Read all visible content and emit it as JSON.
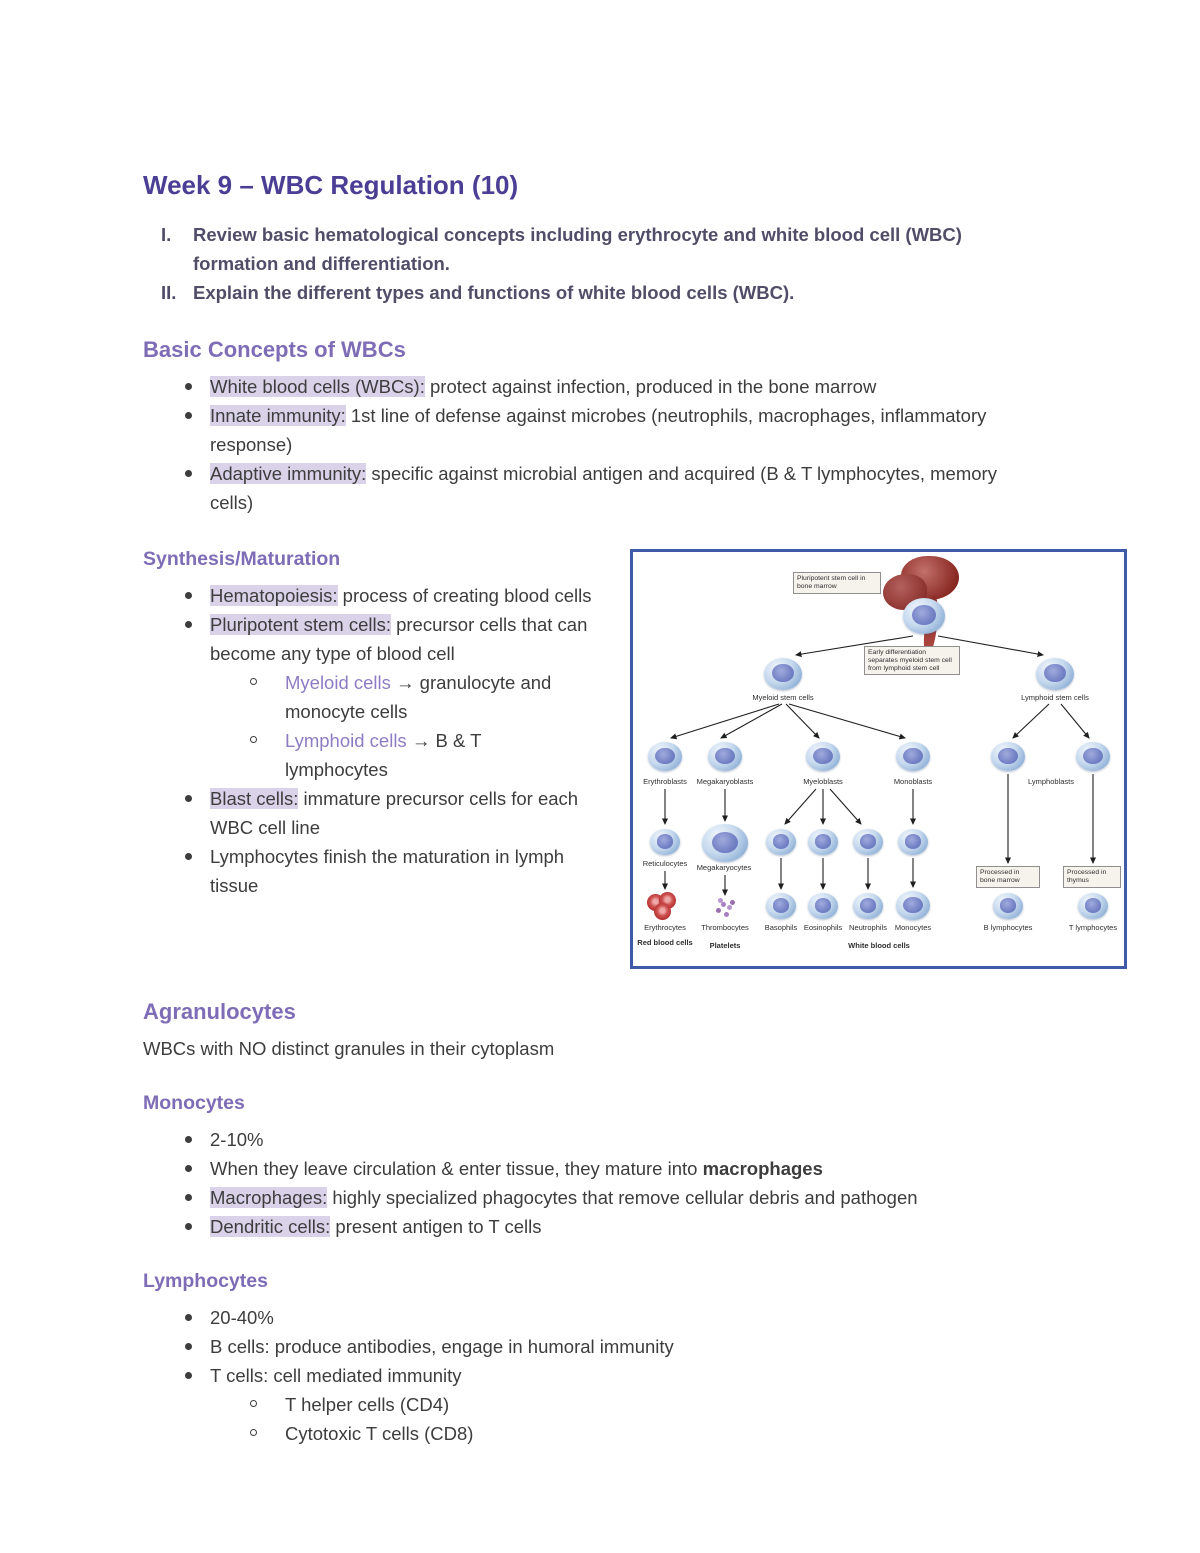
{
  "colors": {
    "title": "#4b3e95",
    "heading": "#7e6db6",
    "objective": "#514d68",
    "body": "#3d3d3d",
    "highlight": "#d9d2e9",
    "inline_term": "#8e7cc3",
    "figure_border": "#3f5aa9"
  },
  "title": "Week 9 – WBC Regulation (10)",
  "objectives": [
    {
      "numeral": "I.",
      "text": "Review basic hematological concepts including erythrocyte and white blood cell (WBC) formation and differentiation."
    },
    {
      "numeral": "II.",
      "text": "Explain the different types and functions of white blood cells (WBC)."
    }
  ],
  "basic_concepts": {
    "heading": "Basic Concepts of WBCs",
    "bullets": [
      {
        "term": "White blood cells (WBCs):",
        "rest": " protect against infection, produced in the bone marrow"
      },
      {
        "term": "Innate immunity:",
        "rest": " 1st line of defense against microbes (neutrophils, macrophages, inflammatory response)"
      },
      {
        "term": "Adaptive immunity:",
        "rest": " specific against microbial antigen and acquired (B & T lymphocytes, memory cells)"
      }
    ]
  },
  "synthesis": {
    "heading": "Synthesis/Maturation",
    "bullets": [
      {
        "term": "Hematopoiesis:",
        "rest": " process of creating blood cells"
      },
      {
        "term": "Pluripotent stem cells:",
        "rest": " precursor cells that can become any type of blood cell"
      },
      {
        "term": "Blast cells:",
        "rest": " immature precursor cells for each WBC cell line"
      }
    ],
    "plain_bullet": "Lymphocytes finish the maturation in lymph tissue",
    "sub_bullets": [
      {
        "term": "Myeloid cells",
        "rest": " → granulocyte and monocyte cells"
      },
      {
        "term": "Lymphoid cells",
        "rest": " → B & T lymphocytes"
      }
    ]
  },
  "agranulocytes": {
    "heading": "Agranulocytes",
    "description": "WBCs with NO distinct granules in their cytoplasm"
  },
  "monocytes": {
    "heading": "Monocytes",
    "bullets": [
      {
        "text": "2-10%"
      },
      {
        "pre": "When they leave circulation & enter tissue, they mature into ",
        "bold": "macrophages"
      },
      {
        "term": "Macrophages:",
        "rest": " highly specialized phagocytes that remove cellular debris and pathogen"
      },
      {
        "term": "Dendritic cells:",
        "rest": " present antigen to T cells"
      }
    ]
  },
  "lymphocytes": {
    "heading": "Lymphocytes",
    "bullets": [
      "20-40%",
      "B cells: produce antibodies, engage in humoral immunity",
      "T cells: cell mediated immunity"
    ],
    "sub_bullets": [
      "T helper cells (CD4)",
      "Cytotoxic T cells (CD8)"
    ]
  },
  "diagram": {
    "pluripotent": "Pluripotent stem cell in bone marrow",
    "differentiation": "Early differentiation separates myeloid stem cell from lymphoid stem cell",
    "myeloid_stem": "Myeloid stem cells",
    "lymphoid_stem": "Lymphoid stem cells",
    "erythroblasts": "Erythroblasts",
    "megakaryoblasts": "Megakaryoblasts",
    "myeloblasts": "Myeloblasts",
    "monoblasts": "Monoblasts",
    "lymphoblasts": "Lymphoblasts",
    "reticulocytes": "Reticulocytes",
    "megakaryocytes": "Megakaryocytes",
    "processed_marrow": "Processed in bone marrow",
    "processed_thymus": "Processed in thymus",
    "erythrocytes": "Erythrocytes",
    "thrombocytes": "Thrombocytes",
    "basophils": "Basophils",
    "eosinophils": "Eosinophils",
    "neutrophils": "Neutrophils",
    "monocytes": "Monocytes",
    "b_lymphocytes": "B lymphocytes",
    "t_lymphocytes": "T lymphocytes",
    "red_blood_cells": "Red blood cells",
    "platelets": "Platelets",
    "white_blood_cells": "White blood cells"
  }
}
